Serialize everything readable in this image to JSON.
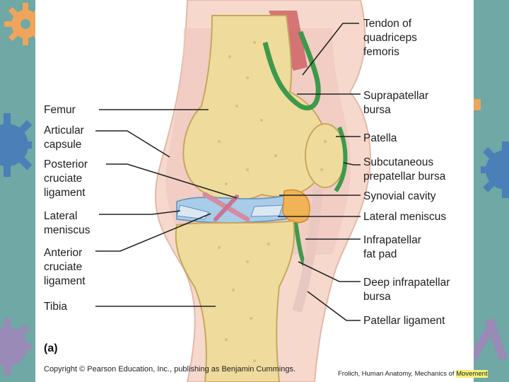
{
  "figure": {
    "panel_letter": "(a)",
    "copyright": "Copyright © Pearson Education, Inc., publishing as Benjamin Cummings.",
    "credit_prefix": "Frolich, Human Anatomy, Mechanics of ",
    "credit_highlight": "Movement"
  },
  "labels_left": [
    {
      "id": "femur",
      "text": "Femur"
    },
    {
      "id": "articular-capsule",
      "text": "Articular\ncapsule"
    },
    {
      "id": "posterior-cruciate-ligament",
      "text": "Posterior\ncruciate\nligament"
    },
    {
      "id": "lateral-meniscus-left",
      "text": "Lateral\nmeniscus"
    },
    {
      "id": "anterior-cruciate-ligament",
      "text": "Anterior\ncruciate\nligament"
    },
    {
      "id": "tibia",
      "text": "Tibia"
    }
  ],
  "labels_right": [
    {
      "id": "tendon-of-quadriceps-femoris",
      "text": "Tendon of\nquadriceps\nfemoris"
    },
    {
      "id": "suprapatellar-bursa",
      "text": "Suprapatellar\nbursa"
    },
    {
      "id": "patella",
      "text": "Patella"
    },
    {
      "id": "subcutaneous-prepatellar-bursa",
      "text": "Subcutaneous\nprepatellar bursa"
    },
    {
      "id": "synovial-cavity",
      "text": "Synovial cavity"
    },
    {
      "id": "lateral-meniscus-right",
      "text": "Lateral meniscus"
    },
    {
      "id": "infrapatellar-fat-pad",
      "text": "Infrapatellar\nfat pad"
    },
    {
      "id": "deep-infrapatellar-bursa",
      "text": "Deep infrapatellar\nbursa"
    },
    {
      "id": "patellar-ligament",
      "text": "Patellar ligament"
    }
  ],
  "colors": {
    "background": "#6fa8a4",
    "gear_orange": "#f0a45a",
    "gear_blue": "#4a7fb8",
    "bone": "#eedc9a",
    "skin": "#f4d2c4",
    "bursa_green": "#3c9a4a",
    "synovial_blue": "#9fc4e6"
  }
}
